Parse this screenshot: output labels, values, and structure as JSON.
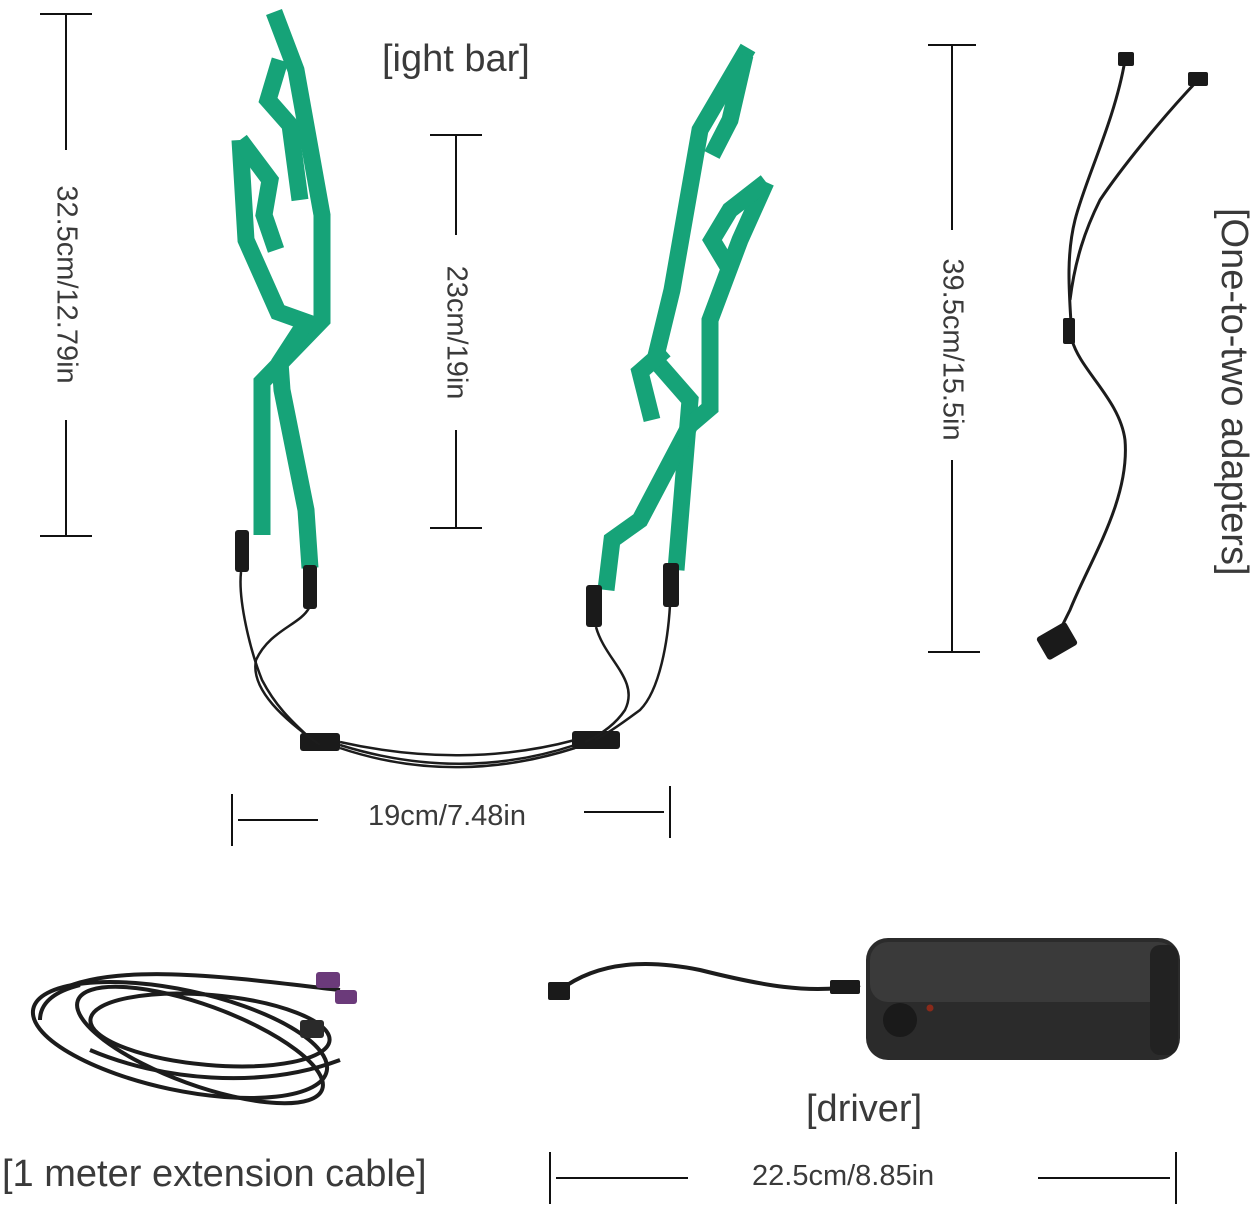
{
  "labels": {
    "light_bar": "[ight bar]",
    "adapters": "[One-to-two adapters]",
    "extension_cable": "[1 meter extension cable]",
    "driver": "[driver]"
  },
  "dimensions": {
    "light_bar_height": "32.5cm/12.79in",
    "inner_height": "23cm/19in",
    "adapter_length": "39.5cm/15.5in",
    "light_bar_width": "19cm/7.48in",
    "driver_length": "22.5cm/8.85in"
  },
  "colors": {
    "light_bar_green": "#16a378",
    "connector_black": "#1a1a1a",
    "cable": "#1c1c1c",
    "connector_purple": "#6b3a7a"
  }
}
